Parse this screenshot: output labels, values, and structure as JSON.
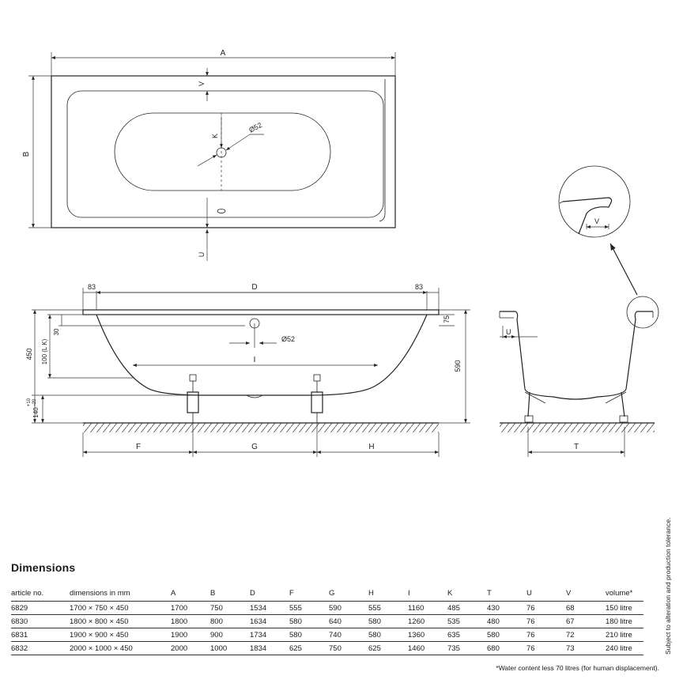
{
  "labels": {
    "A": "A",
    "B": "B",
    "V": "V",
    "K": "K",
    "U": "U",
    "d52": "Ø52",
    "D": "D",
    "I": "I",
    "F": "F",
    "G": "G",
    "H": "H",
    "T": "T",
    "m83": "83",
    "m75": "75",
    "m590": "590",
    "m450": "450",
    "m100": "100 (L K)",
    "m30": "30",
    "m140": "140",
    "tol_plus": "+10",
    "tol_minus": "-20"
  },
  "section_title": "Dimensions",
  "table": {
    "headers": [
      "article no.",
      "dimensions in mm",
      "A",
      "B",
      "D",
      "F",
      "G",
      "H",
      "I",
      "K",
      "T",
      "U",
      "V",
      "volume*"
    ],
    "rows": [
      [
        "6829",
        "1700 × 750 × 450",
        "1700",
        "750",
        "1534",
        "555",
        "590",
        "555",
        "1160",
        "485",
        "430",
        "76",
        "68",
        "150 litre"
      ],
      [
        "6830",
        "1800 × 800 × 450",
        "1800",
        "800",
        "1634",
        "580",
        "640",
        "580",
        "1260",
        "535",
        "480",
        "76",
        "67",
        "180 litre"
      ],
      [
        "6831",
        "1900 × 900 × 450",
        "1900",
        "900",
        "1734",
        "580",
        "740",
        "580",
        "1360",
        "635",
        "580",
        "76",
        "72",
        "210 litre"
      ],
      [
        "6832",
        "2000 × 1000 × 450",
        "2000",
        "1000",
        "1834",
        "625",
        "750",
        "625",
        "1460",
        "735",
        "680",
        "76",
        "73",
        "240 litre"
      ]
    ]
  },
  "footnote": "*Water content less 70 litres (for human displacement).",
  "side_note": "Subject to alteration and production tolerance."
}
